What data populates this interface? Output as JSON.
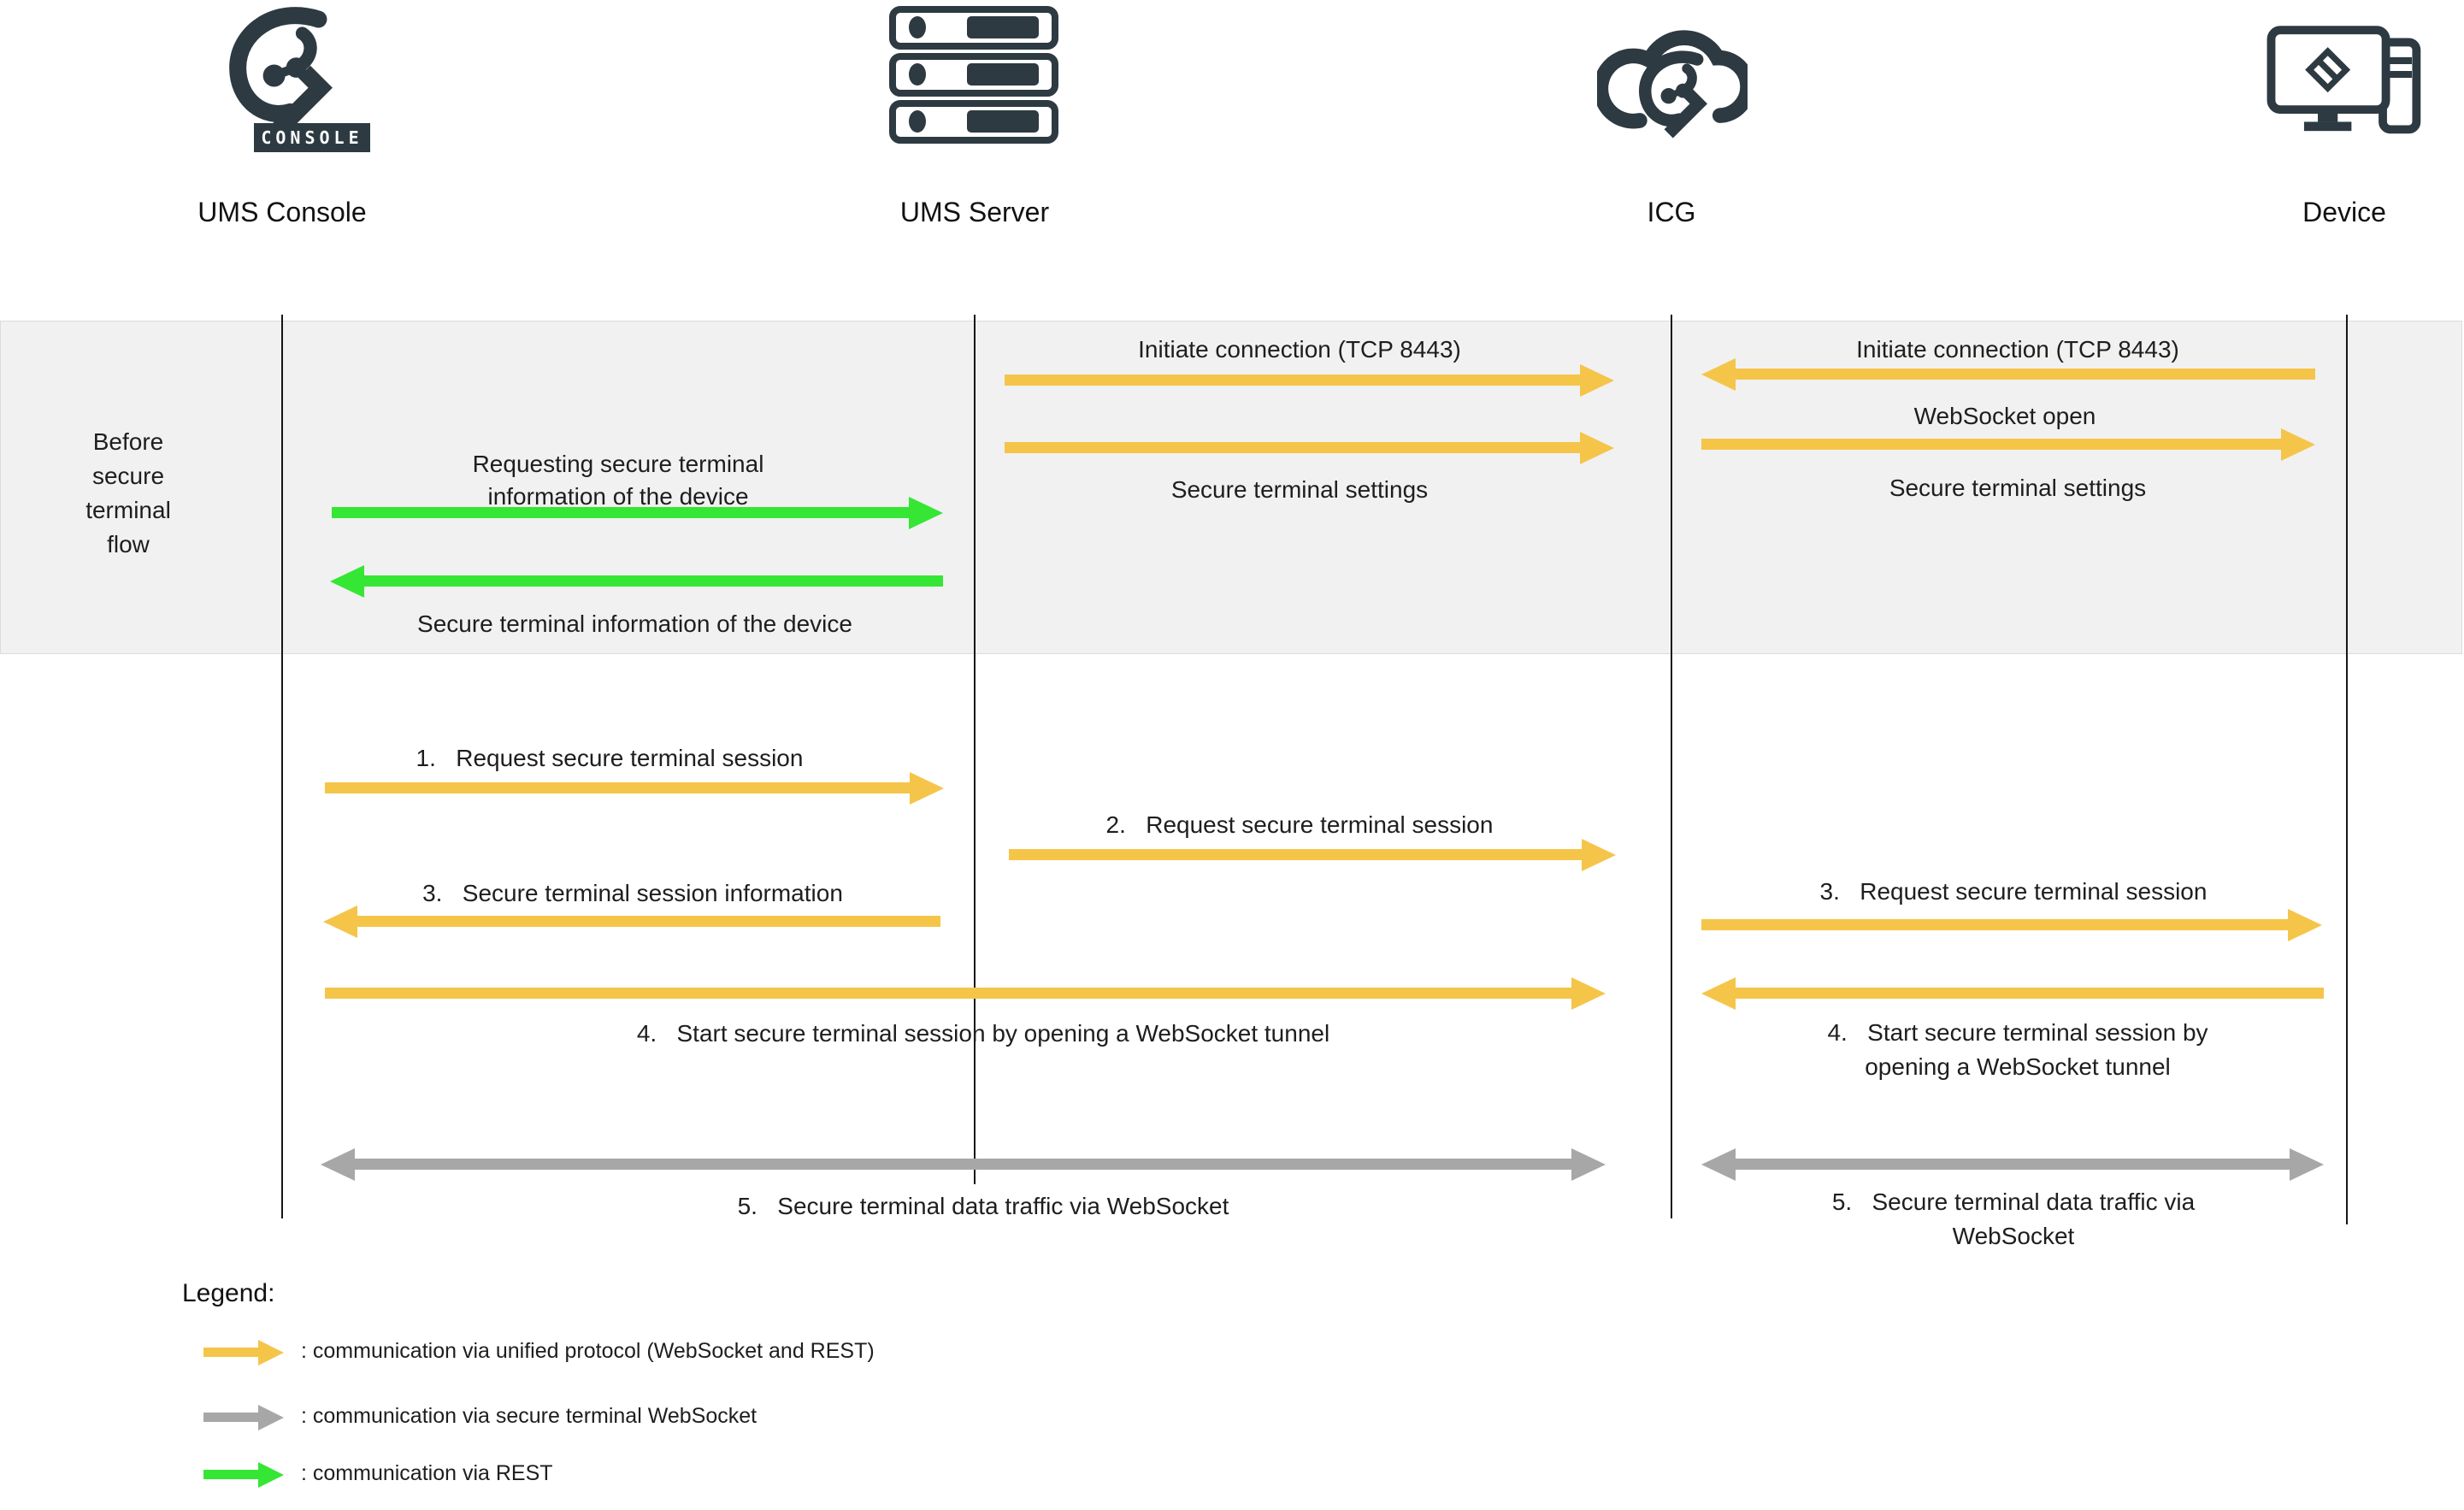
{
  "entities": {
    "console": "UMS Console",
    "console_badge": "CONSOLE",
    "server": "UMS Server",
    "icg": "ICG",
    "device": "Device"
  },
  "band": {
    "phase_label": "Before\nsecure\nterminal\nflow",
    "req_info": "Requesting secure terminal\ninformation of the device",
    "info": "Secure terminal information of the device",
    "init_conn_mid": "Initiate connection (TCP 8443)",
    "settings_mid": "Secure terminal settings",
    "init_conn_right": "Initiate connection (TCP 8443)",
    "ws_open": "WebSocket open",
    "settings_right": "Secure terminal settings"
  },
  "flow": {
    "s1": "1.   Request secure terminal session",
    "s2": "2.   Request secure terminal session",
    "s3_left": "3.   Secure terminal session information",
    "s3_right": "3.   Request secure terminal session",
    "s4_left": "4.   Start secure terminal session by opening a WebSocket tunnel",
    "s4_right": "4.   Start secure terminal session by\nopening a WebSocket tunnel",
    "s5_left": "5.   Secure terminal data traffic via WebSocket",
    "s5_right": "5.   Secure terminal data traffic via\nWebSocket"
  },
  "legend": {
    "title": "Legend:",
    "unified": ": communication via unified protocol (WebSocket and REST)",
    "secure_ws": ": communication via secure terminal WebSocket",
    "rest": ": communication via REST"
  },
  "colors": {
    "yellow": "#F5C54A",
    "green": "#35E635",
    "gray": "#A7A7A7",
    "icon_dark": "#2D3A42",
    "band_bg": "#F1F1F2"
  }
}
